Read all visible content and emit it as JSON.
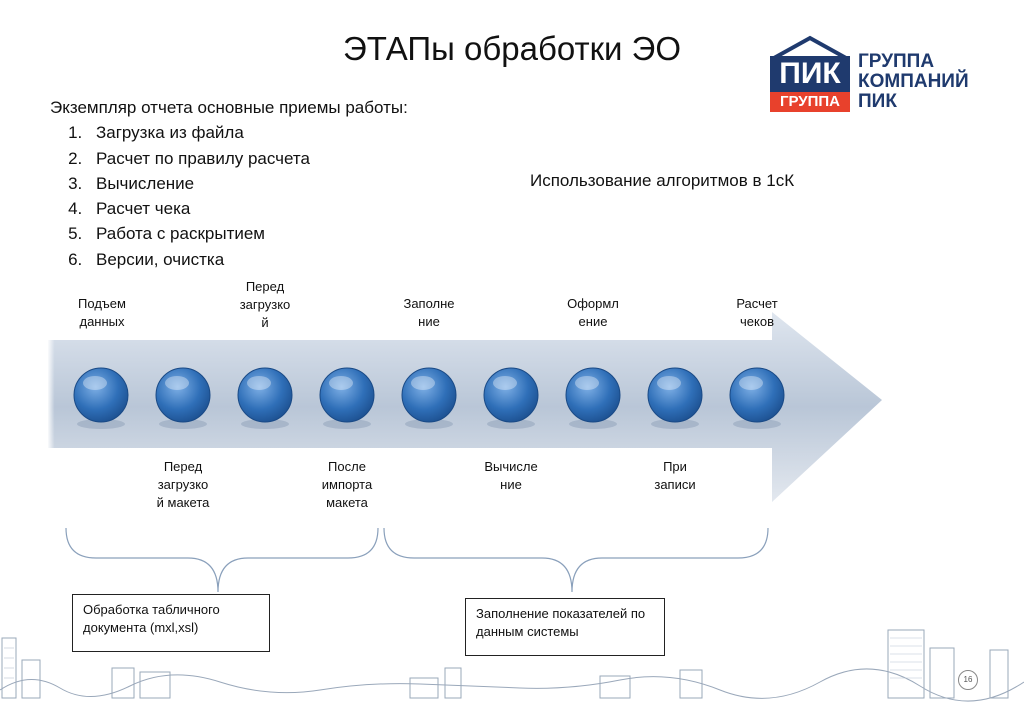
{
  "title": "ЭТАПы обработки ЭО",
  "intro": {
    "heading": "Экземпляр отчета основные приемы работы:",
    "items": [
      "Загрузка из файла",
      "Расчет по правилу расчета",
      "Вычисление",
      "Расчет чека",
      "Работа с раскрытием",
      "Версии, очистка"
    ]
  },
  "algo_note": "Использование алгоритмов в 1сК",
  "logo": {
    "mark_top": "ПИК",
    "mark_bottom": "ГРУППА",
    "line1": "ГРУППА",
    "line2": "КОМПАНИЙ",
    "line3": "ПИК",
    "brand_blue": "#1f3a6e",
    "brand_red": "#e8412c"
  },
  "stages_top": [
    [
      "Подъем",
      "данных"
    ],
    [
      "Перед",
      "загрузко",
      "й"
    ],
    [
      "Заполне",
      "ние"
    ],
    [
      "Оформл",
      "ение"
    ],
    [
      "Расчет",
      "чеков"
    ]
  ],
  "stages_bottom": [
    [
      "Перед",
      "загрузко",
      "й макета"
    ],
    [
      "После",
      "импорта",
      "макета"
    ],
    [
      "Вычисле",
      "ние"
    ],
    [
      "При",
      "записи"
    ]
  ],
  "groups": {
    "left": "Обработка табличного документа (mxl,xsl)",
    "right": "Заполнение показателей по данным системы"
  },
  "slide_number": "16",
  "colors": {
    "arrow": "#c7d3e3",
    "circle": "#2f6fb8"
  }
}
